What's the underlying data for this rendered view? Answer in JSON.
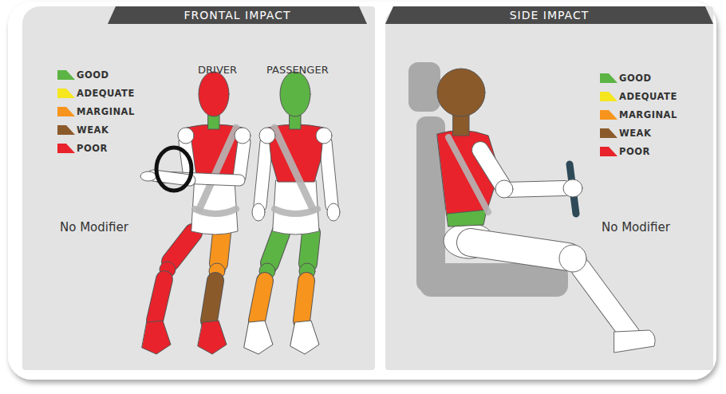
{
  "diagram": {
    "nodes": [
      {
        "text": [
          "FRONTAL IMPACT"
        ]
      },
      {
        "text": [
          "SIDE IMPACT"
        ]
      }
    ],
    "labels": [
      "DRIVER",
      "PASSENGER",
      "No Modifier",
      "No Modifier"
    ],
    "legend": [
      {
        "text": "GOOD",
        "color": "#5cb444"
      },
      {
        "text": "ADEQUATE",
        "color": "#f5e61e"
      },
      {
        "text": "MARGINAL",
        "color": "#f7941d"
      },
      {
        "text": "WEAK",
        "color": "#8b5a2b"
      },
      {
        "text": "POOR",
        "color": "#e8232b"
      },
      {
        "text": "GOOD",
        "color": "#5cb444"
      },
      {
        "text": "ADEQUATE",
        "color": "#f5e61e"
      },
      {
        "text": "MARGINAL",
        "color": "#f7941d"
      },
      {
        "text": "WEAK",
        "color": "#8b5a2b"
      },
      {
        "text": "POOR",
        "color": "#e8232b"
      }
    ]
  }
}
